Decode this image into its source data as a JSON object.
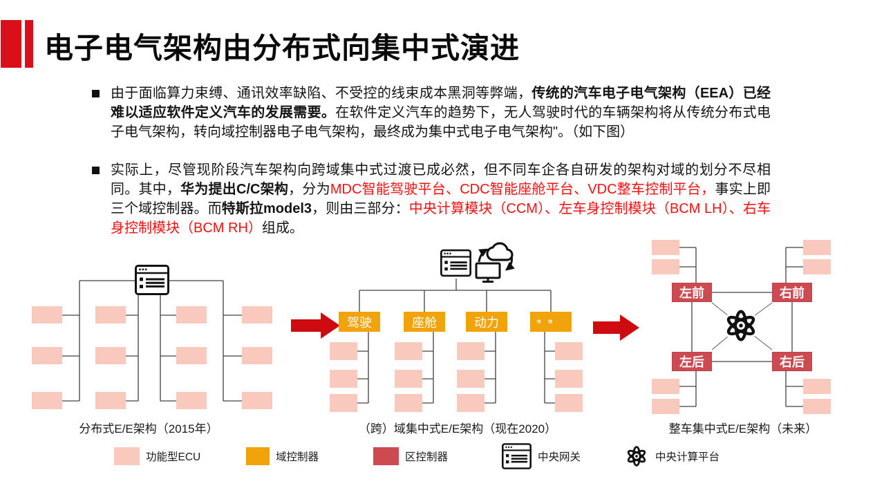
{
  "colors": {
    "accent-red": "#D9101C",
    "arrow-red": "#CE0B10",
    "pink": "#FAC9BE",
    "orange": "#F0A30A",
    "zone-red": "#CD4B50",
    "zone-red-border": "#B9444B",
    "text-red": "#F50F0F",
    "line": "#404040",
    "ink": "#111111"
  },
  "header": {
    "title": "电子电气架构由分布式向集中式演进"
  },
  "bullets": {
    "b1": {
      "s1": "由于面临算力束缚、通讯效率缺陷、不受控的线束成本黑洞等弊端，",
      "s2": "传统的汽车电子电气架构（EEA）已经难以适应软件定义汽车的发展需要。",
      "s3": "在软件定义汽车的趋势下，无人驾驶时代的车辆架构将从传统分布式电子电气架构，转向域控制器电子电气架构，最终成为集中式电子电气架构\"。（如下图）"
    },
    "b2": {
      "s1": "实际上，尽管现阶段汽车架构向跨域集中式过渡已成必然，但不同车企各自研发的架构对域的划分不尽相同。其中，",
      "s2": "华为提出C/C架构",
      "s3": "，分为",
      "s4": "MDC智能驾驶平台、CDC智能座舱平台、VDC整车控制平台，",
      "s5": "事实上即三个域控制器。而",
      "s6": "特斯拉model3",
      "s7": "，则由三部分：",
      "s8": "中央计算模块（CCM）、左车身控制模块（BCM LH）、右车身控制模块（BCM RH）",
      "s9": "组成。"
    }
  },
  "diagram_left": {
    "caption": "分布式E/E架构（2015年）"
  },
  "diagram_middle": {
    "caption": "（跨）域集中式E/E架构（现在2020）",
    "domains": [
      "驾驶",
      "座舱",
      "动力",
      "。。"
    ]
  },
  "diagram_right": {
    "caption": "整车集中式E/E架构（未来）",
    "zones": [
      "左前",
      "右前",
      "左后",
      "右后"
    ]
  },
  "legend": {
    "items": [
      {
        "label": "功能型ECU",
        "swatch_color": "#FAC9BE"
      },
      {
        "label": "域控制器",
        "swatch_color": "#F0A30A"
      },
      {
        "label": "区控制器",
        "swatch_color": "#CD4B50"
      },
      {
        "label": "中央网关",
        "icon": "central-gateway"
      },
      {
        "label": "中央计算平台",
        "icon": "central-compute-platform"
      }
    ]
  }
}
